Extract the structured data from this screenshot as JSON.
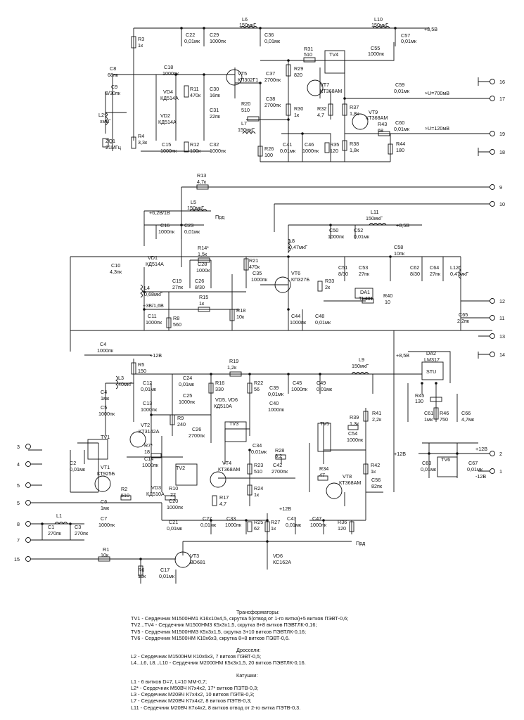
{
  "rails": {
    "p8_5_top": "+8,5В",
    "p8_5_mid": "+8,5В",
    "p8_5_dc": "+8,5В",
    "p12_a": "+12В",
    "p12_b": "+12В",
    "p12_c": "+12В",
    "p12_d": "+12В",
    "m12": "-12В",
    "p6_2": "+6,2В/1В",
    "p3": "+3В/1,6В",
    "prd1": "Прд",
    "prd2": "Прд"
  },
  "connectors": {
    "c1": "1",
    "c2": "2",
    "c3": "3",
    "c4": "4",
    "c5": "5",
    "c7": "7",
    "c8": "8",
    "c9": "9",
    "c10": "10",
    "c11": "11",
    "c12": "12",
    "c13": "13",
    "c14": "14",
    "c15": "15",
    "c16": "16",
    "c17": "17",
    "c18": "18",
    "c19": "19"
  },
  "signals": {
    "u700": "≈U=700мВ",
    "u120": "≈U=120мВ"
  },
  "components": {
    "L6": "L6",
    "L6v": "150мкГ",
    "L10": "L10",
    "L10v": "150мкГ",
    "C57": "C57",
    "C57v": "0,01мк",
    "C55": "C55",
    "C55v": "1000пк",
    "R3": "R3",
    "R3v": "1к",
    "C22": "C22",
    "C22v": "0,01мк",
    "C29": "C29",
    "C29v": "1000пк",
    "C36": "C36",
    "C36v": "0,01мк",
    "R31": "R31",
    "R31v": "510",
    "TV4": "TV4",
    "C8": "C8",
    "C8v": "68пк",
    "C18": "C18",
    "C18v": "1000пк",
    "VT5": "VT5",
    "VT5v": "КП302Г1",
    "C37": "C37",
    "C37v": "2700пк",
    "R29": "R29",
    "R29v": "820",
    "VT7": "VT7",
    "VT7v": "КТ368АМ",
    "C9": "C9",
    "C9v": "8/30пк",
    "R11": "R11",
    "R11v": "470к",
    "C30": "C30",
    "C30v": "16пк",
    "VD4": "VD4",
    "VD4v": "КД514А",
    "C38": "C38",
    "C38v": "2700пк",
    "C59": "C59",
    "C59v": "0,01мк",
    "L2": "L2*",
    "L2v": "хмкГ",
    "C31": "C31",
    "C31v": "22пк",
    "R20": "R20",
    "R20v": "510",
    "R30": "R30",
    "R30v": "1к",
    "R32": "R32",
    "R32v": "4,7",
    "R37": "R37",
    "R37v": "1,8к",
    "VD2": "VD2",
    "VD2v": "КД514А",
    "L7": "L7",
    "L7v": "150мкГ",
    "VT9": "VT9",
    "VT9v": "КТ368АМ",
    "R43": "R43",
    "R43v": "68",
    "C60": "C60",
    "C60v": "0,01мк",
    "ZQ1": "ZQ1",
    "ZQ1v": "21МГц",
    "R4": "R4",
    "R4v": "3,3к",
    "C15": "C15",
    "C15v": "1000пк",
    "R12": "R12",
    "R12v": "100к",
    "C32": "C32",
    "C32v": "1000пк",
    "C41": "C41",
    "C41v": "0,01мк",
    "C46": "C46",
    "C46v": "1000пк",
    "R35": "R35",
    "R35v": "120",
    "R38": "R38",
    "R38v": "1,8к",
    "R44": "R44",
    "R44v": "180",
    "R26": "R26",
    "R26v": "100",
    "R13": "R13",
    "R13v": "4,7к",
    "L5": "L5",
    "L5v": "150мкГ",
    "C16": "C16",
    "C16v": "1000пк",
    "C23": "C23",
    "C23v": "0,01мк",
    "L11": "L11",
    "L11v": "150мкГ",
    "C50": "C50",
    "C50v": "1000пк",
    "C52": "C52",
    "C52v": "0,01мк",
    "L8": "L8",
    "L8v": "0,47мкГ",
    "R14": "R14*",
    "R14v": "1,5к",
    "R21": "R21",
    "R21v": "470к",
    "C58": "C58",
    "C58v": "10пк",
    "VD1": "VD1",
    "VD1v": "КД514А",
    "C28": "C28",
    "C28v": "1000к",
    "C10": "C10",
    "C10v": "4,3пк",
    "C35": "C35",
    "C35v": "1000пк",
    "VT6": "VT6",
    "VT6v": "КП327Б",
    "C51": "C51",
    "C51v": "8/30",
    "C53": "C53",
    "C53v": "27пк",
    "C62": "C62",
    "C62v": "8/30",
    "C64": "C64",
    "C64v": "27пк",
    "L12": "L12",
    "L12v": "0,47мкГ",
    "C19": "C19",
    "C19v": "27пк",
    "C26": "C26",
    "C26v": "8/30",
    "L4": "L4",
    "L4v": "0,68мкГ",
    "R33": "R33",
    "R33v": "2к",
    "DA1": "DA1",
    "DA1v": "TL431",
    "R40": "R40",
    "R40v": "10",
    "R15": "R15",
    "R15v": "1к",
    "R18": "R18",
    "R18v": "10к",
    "C11": "C11",
    "C11v": "1000пк",
    "R8": "R8",
    "R8v": "560",
    "C44": "C44",
    "C44v": "1000пк",
    "C48": "C48",
    "C48v": "0,01мк",
    "C65": "C65",
    "C65v": "2,2пк",
    "C4a": "C4",
    "C4av": "1000пк",
    "R5": "R5",
    "R5v": "150",
    "R19": "R19",
    "R19v": "1,2к",
    "L9": "L9",
    "L9v": "150мкГ",
    "DA2": "DA2",
    "DA2v": "LM317",
    "STU": "STU",
    "L3": "L3",
    "L3v": "40мкГ",
    "C24": "C24",
    "C24v": "0,01мк",
    "R16": "R16",
    "R16v": "330",
    "R22": "R22",
    "R22v": "56",
    "C45": "C45",
    "C45v": "1000пк",
    "C49": "C49",
    "C49v": "0,01мк",
    "C12": "C12",
    "C12v": "0,01мк",
    "C25": "C25",
    "C25v": "1000пк",
    "VD56": "VD5, VD6",
    "VD56v": "КД510А",
    "C39": "C39",
    "C39v": "0,01мк",
    "C40": "C40",
    "C40v": "1000пк",
    "R45": "R45",
    "R45v": "130",
    "C4b": "C4",
    "C4bv": "1мк",
    "C5": "C5",
    "C5v": "1000пк",
    "C13": "C13",
    "C13v": "1000пк",
    "R9": "R9",
    "R9v": "240",
    "C61": "C61",
    "C61v": "1мк",
    "R46": "R46",
    "R46v": "750",
    "C66": "C66",
    "C66v": "4,7мк",
    "VT2": "VT2",
    "VT2v": "КТ3142А",
    "C26b": "C26",
    "C26bv": "2700пк",
    "TV3": "TV3",
    "R41": "R41",
    "R41v": "2,2к",
    "R39": "R39",
    "R39v": "1,3к",
    "TV5": "TV5",
    "C54": "C54",
    "C54v": "1000пк",
    "TV1": "TV1",
    "R7": "R7*",
    "R7v": "18",
    "C34": "C34",
    "C34v": "0,01мк",
    "R28": "R28",
    "R28v": "8,2",
    "C14": "C14",
    "C14v": "1000пк",
    "C42": "C42",
    "C42v": "2700пк",
    "C63": "C63",
    "C63v": "0,01мк",
    "TV6": "TV6",
    "C67": "C67",
    "C67v": "0,01мк",
    "C2": "C2",
    "C2v": "0,01мк",
    "VT1": "VT1",
    "VT1v": "КТ925Б",
    "TV2": "TV2",
    "VT4": "VT4",
    "VT4v": "КТ368АМ",
    "R23": "R23",
    "R23v": "510",
    "R42": "R42",
    "R42v": "1к",
    "R34": "R34",
    "R34v": "47",
    "VT8": "VT8",
    "VT8v": "КТ368АМ",
    "R2": "R2",
    "R2v": "510",
    "VD3": "VD3",
    "VD3v": "КД510А",
    "R10": "R10",
    "R10v": "22",
    "C56": "C56",
    "C56v": "82пк",
    "C6": "C6",
    "C6v": "1мк",
    "C20": "C20",
    "C20v": "1000пк",
    "R24": "R24",
    "R24v": "1к",
    "C7": "C7",
    "C7v": "1000пк",
    "C21": "C21",
    "C21v": "0,01мк",
    "R17": "R17",
    "R17v": "4,7",
    "L1": "L1",
    "C1": "C1",
    "C1v": "270пк",
    "C3": "C3",
    "C3v": "270пк",
    "C27": "C27",
    "C27v": "0,01мк",
    "C33": "C33",
    "C33v": "1000пк",
    "R25": "R25",
    "R25v": "62",
    "R27": "R27",
    "R27v": "1к",
    "C43": "C43",
    "C43v": "0,01мк",
    "C47": "C47",
    "C47v": "1000пк",
    "R36": "R36",
    "R36v": "120",
    "R1": "R1",
    "R1v": "10к",
    "VT3": "VT3",
    "VT3v": "BD681",
    "VD6b": "VD6",
    "VD6bv": "КС162А",
    "R6": "R6",
    "R6v": "10к",
    "C17": "C17",
    "C17v": "0,01мк"
  },
  "notes": {
    "transformers_title": "Трансформаторы:",
    "transformers": [
      "TV1 - Сердечник М1500НМ1 К16х10х4,5, скрутка 5(отвод от 1-го витка)+5 витков ПЭВТ-0,6;",
      "TV2...TV4 - Сердечник М1500НМ3 К5х3х1,5, скрутка 8+8 витков ПЭВТЛК-0,16;",
      "TV5 - Сердечник М1500НМ3 К5х3х1,5, скрутка 3+10 витков ПЭВТЛК-0,16;",
      "TV6 - Сердечник М1500НМ К10х6х3, скрутка 8+8 витков ПЭВТ-0,6."
    ],
    "chokes_title": "Дроссели:",
    "chokes": [
      "L2 - Сердечник М1500НМ К10х6х3, 7 витков ПЭВТ-0,5;",
      "L4...L6, L8...L10 - Сердечник М2000НМ К5х3х1,5, 20 витков ПЭВТЛК-0,16."
    ],
    "coils_title": "Катушки:",
    "coils": [
      "L1 - 6 витков D=7, L=10 ММ-0,7;",
      "L2* - Сердечник М50ВЧ К7х4х2, 17* витков ПЭТВ-0,3;",
      "L3 - Сердечник М20ВЧ К7х4х2, 10 витков ПЭТВ-0,3;",
      "L7 - Сердечник М20ВЧ К7х4х2, 8 витков ПЭТВ-0,3;",
      "L11 - Сердечник М20ВЧ К7х4х2, 8 витков отвод от 2-го витка ПЭТВ-0,3."
    ]
  }
}
